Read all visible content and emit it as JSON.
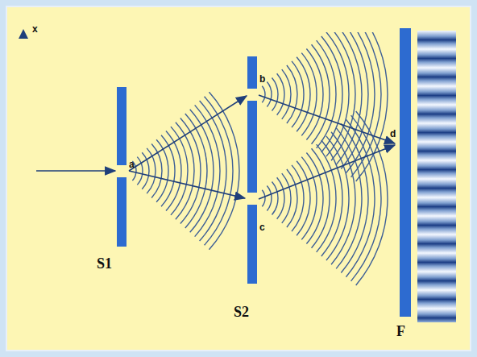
{
  "diagram": {
    "labels": [
      "x",
      "a",
      "b",
      "c",
      "d",
      "S1",
      "S2",
      "F"
    ]
  }
}
